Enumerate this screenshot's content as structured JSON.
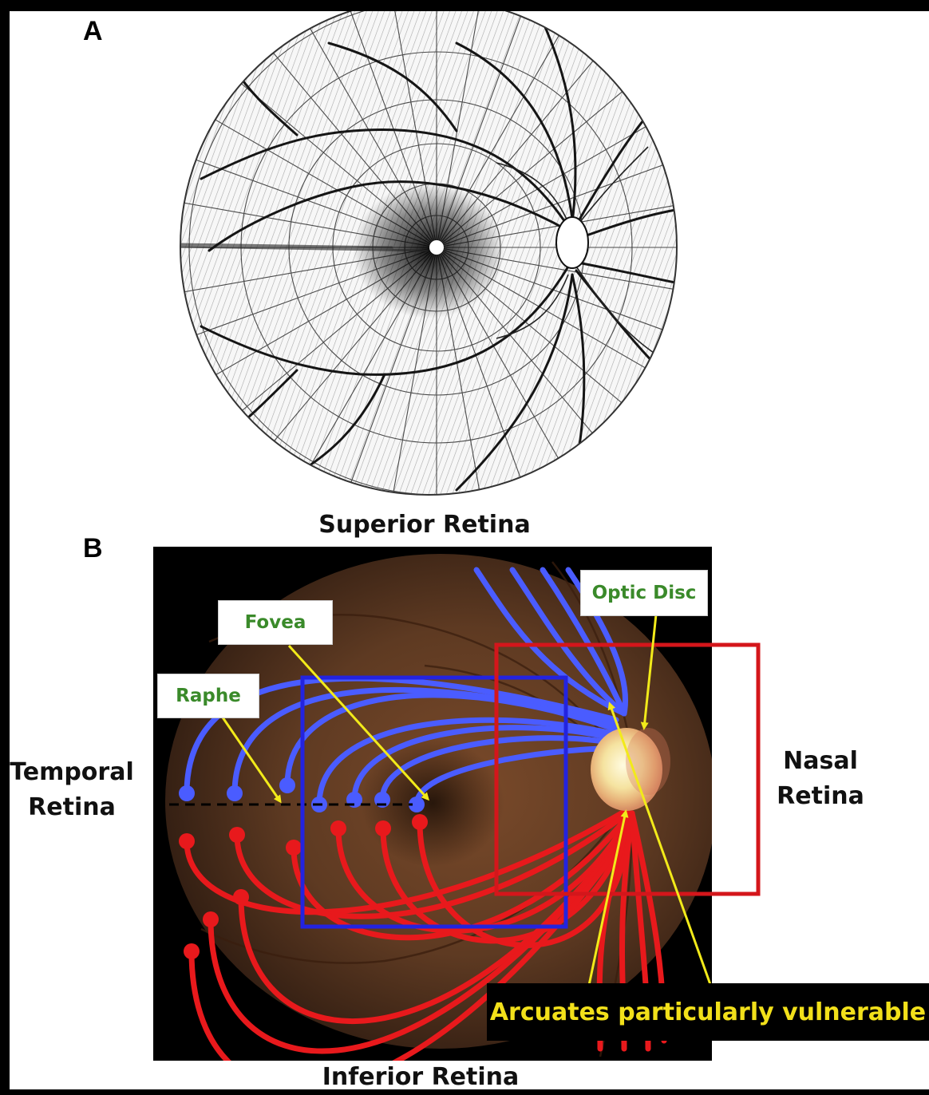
{
  "panel_a": {
    "letter": "A"
  },
  "panel_b": {
    "letter": "B",
    "superior_label": "Superior Retina",
    "inferior_label": "Inferior Retina",
    "temporal_label_line1": "Temporal",
    "temporal_label_line2": "Retina",
    "nasal_label_line1": "Nasal",
    "nasal_label_line2": "Retina",
    "callouts": {
      "optic_disc": "Optic Disc",
      "fovea": "Fovea",
      "raphe": "Raphe"
    },
    "banner": "Arcuates particularly vulnerable",
    "colors": {
      "superior_fibers": "#4a5cff",
      "inferior_fibers": "#e8191c",
      "macula_box": "#2323e0",
      "disc_box": "#d4161b",
      "arrows": "#f2ea1a",
      "label_text": "#3a8a2a"
    }
  }
}
